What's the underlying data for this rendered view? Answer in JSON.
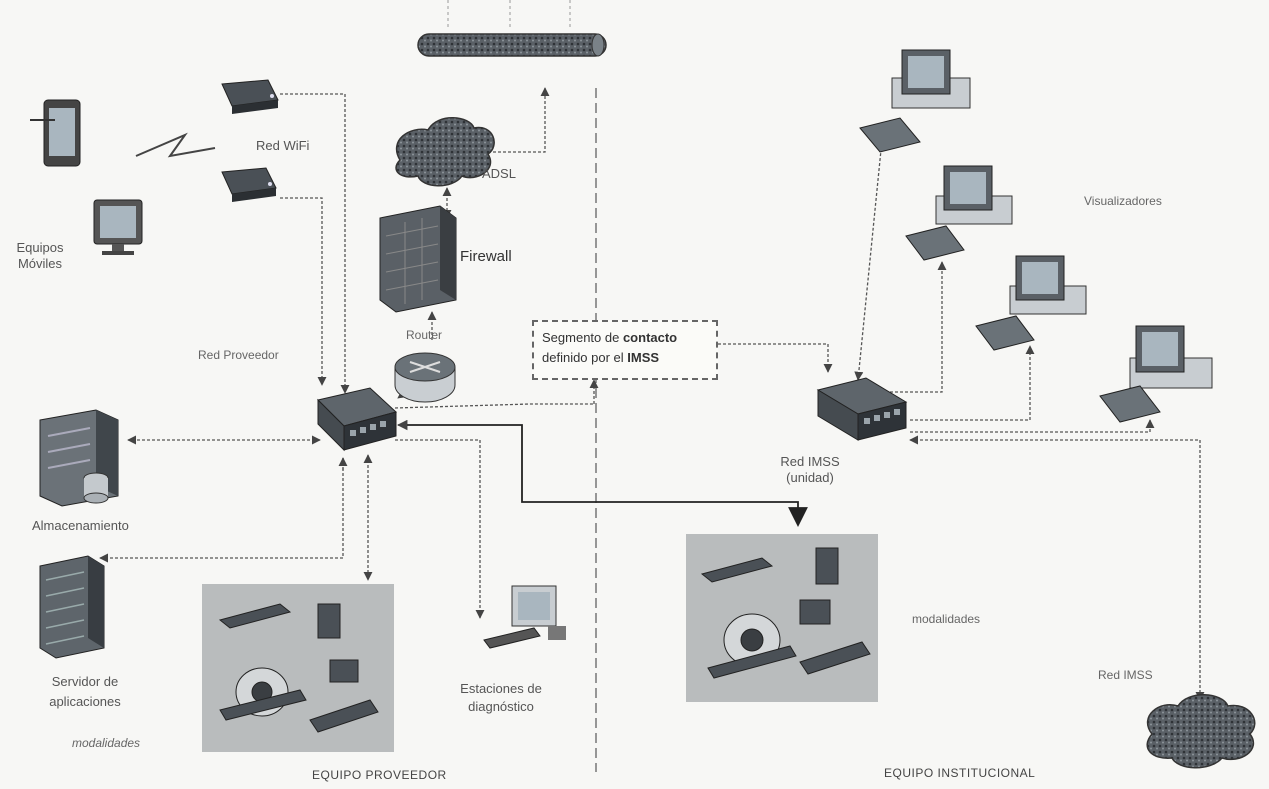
{
  "labels": {
    "equipos_moviles_1": "Equipos",
    "equipos_moviles_2": "Móviles",
    "red_wifi": "Red WiFi",
    "adsl": "ADSL",
    "firewall": "Firewall",
    "router": "Router",
    "red_proveedor": "Red Proveedor",
    "almacenamiento": "Almacenamiento",
    "servidor_1": "Servidor de",
    "servidor_2": "aplicaciones",
    "modalidades_left": "modalidades",
    "estaciones_1": "Estaciones de",
    "estaciones_2": "diagnóstico",
    "equipo_proveedor": "EQUIPO PROVEEDOR",
    "red_imss_unidad_1": "Red IMSS",
    "red_imss_unidad_2": "(unidad)",
    "visualizadores": "Visualizadores",
    "modalidades_right": "modalidades",
    "red_imss": "Red IMSS",
    "equipo_institucional": "EQUIPO INSTITUCIONAL"
  },
  "segment": {
    "line1_a": "Segmento de ",
    "line1_b": "contacto",
    "line2_a": "definido por el ",
    "line2_b": "IMSS"
  },
  "colors": {
    "line": "#555555",
    "device_dark": "#3e4448",
    "device_mid": "#8a9299",
    "panel_bg": "#b9bcbd",
    "screen": "#a9b6bf"
  }
}
